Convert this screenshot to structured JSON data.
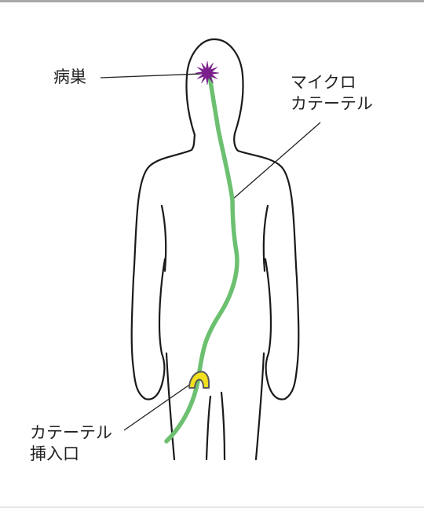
{
  "diagram": {
    "labels": {
      "lesion": "病巣",
      "microcatheter": [
        "マイクロ",
        "カテーテル"
      ],
      "insertion_site": [
        "カテーテル",
        "挿入口"
      ]
    },
    "colors": {
      "outline": "#1a1a1a",
      "catheter": "#6cc070",
      "lesion": "#7b1f8c",
      "insertion_port_fill": "#f2df1e",
      "insertion_port_stroke": "#5a5a5a",
      "leader_line": "#222222",
      "top_rule": "#a8a8a8"
    }
  }
}
